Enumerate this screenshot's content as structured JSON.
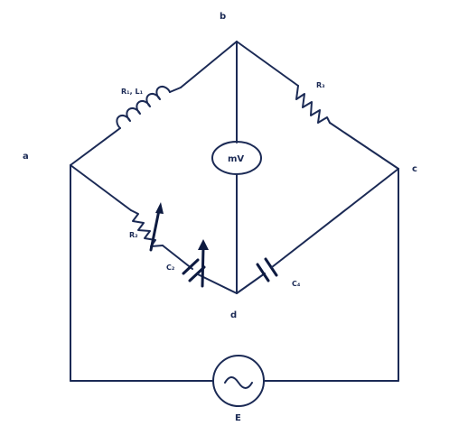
{
  "nodes": {
    "a": "a",
    "b": "b",
    "c": "c",
    "d": "d"
  },
  "components": {
    "r1_l1": "R₁, L₁",
    "r2": "R₂",
    "r3": "R₃",
    "c2": "C₂",
    "c4": "C₄",
    "meter": "mV",
    "source": "E"
  },
  "colors": {
    "ink": "#1b2a55",
    "background": "#ffffff"
  }
}
